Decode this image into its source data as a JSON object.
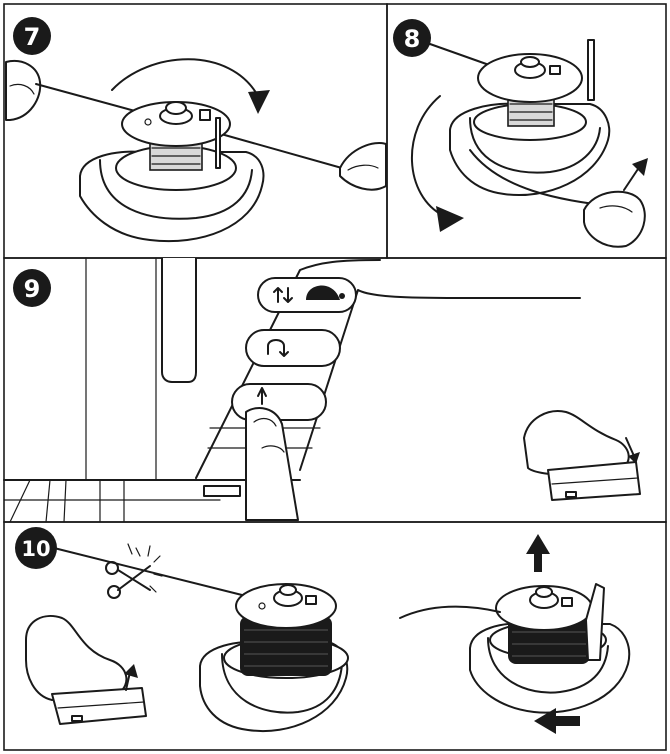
{
  "steps": [
    {
      "number": "7"
    },
    {
      "number": "8"
    },
    {
      "number": "9"
    },
    {
      "number": "10"
    }
  ],
  "colors": {
    "ink": "#1a1a1a",
    "background": "#ffffff",
    "shade": "#d9d9d9"
  },
  "icons": [
    "rotation-arrow-icon",
    "thread-up-arrow-icon",
    "speed-turtle-icon",
    "reverse-stitch-icon",
    "needle-up-icon",
    "scissors-icon",
    "direction-arrow-icon"
  ]
}
